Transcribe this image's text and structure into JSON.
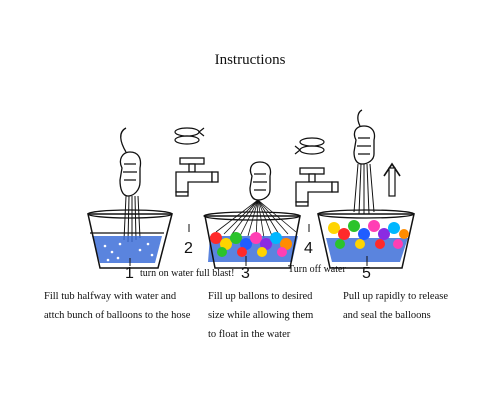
{
  "title": "Instructions",
  "steps": [
    {
      "number": "1",
      "lines": [
        "Fill tub halfway with water and",
        "attch bunch of balloons to the hose"
      ]
    },
    {
      "number": "2",
      "label": "turn on water  full blast!"
    },
    {
      "number": "3",
      "lines": [
        "Fill up ballons to desired",
        "size while allowing them",
        "to float in the water"
      ]
    },
    {
      "number": "4",
      "label": "Turn off water"
    },
    {
      "number": "5",
      "lines": [
        "Pull up rapidly to release",
        "and seal the balloons"
      ]
    }
  ],
  "colors": {
    "water": "#3d6fd8",
    "balloons": [
      "#ff2a2a",
      "#ffd400",
      "#2bc32b",
      "#1f5dff",
      "#ff3fb4",
      "#8a2be2",
      "#00b7ff",
      "#ff8c00"
    ]
  },
  "icons": [
    "hand-icon",
    "faucet-icon",
    "spiral-arrow-icon",
    "up-arrow-icon",
    "tub-icon"
  ]
}
